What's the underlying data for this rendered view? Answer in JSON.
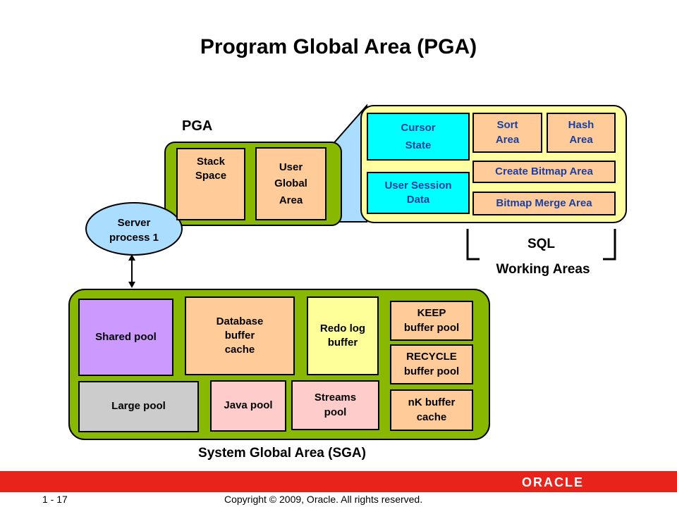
{
  "title": "Program Global Area (PGA)",
  "pga": {
    "label": "PGA",
    "stack_space": "Stack\nSpace",
    "user_global_area": "User\nGlobal\nArea"
  },
  "detail": {
    "cursor_state": "Cursor\nState",
    "sort_area": "Sort\nArea",
    "hash_area": "Hash\nArea",
    "create_bitmap_area": "Create Bitmap Area",
    "user_session_data": "User Session\nData",
    "bitmap_merge_area": "Bitmap Merge Area",
    "sql_label": "SQL",
    "working_areas_label": "Working Areas"
  },
  "server_process": "Server\nprocess 1",
  "sga": {
    "label": "System Global Area (SGA)",
    "shared_pool": "Shared pool",
    "database_buffer_cache": "Database\nbuffer\ncache",
    "redo_log_buffer": "Redo log\nbuffer",
    "keep_buffer_pool": "KEEP\nbuffer pool",
    "recycle_buffer_pool": "RECYCLE\nbuffer pool",
    "nk_buffer_cache": "nK buffer\ncache",
    "large_pool": "Large pool",
    "java_pool": "Java pool",
    "streams_pool": "Streams\npool"
  },
  "footer": {
    "page_number": "1 - 17",
    "copyright": "Copyright © 2009, Oracle. All rights reserved.",
    "logo": "ORACLE"
  },
  "colors": {
    "green": "#88b800",
    "peach": "#ffcc99",
    "cyan": "#00ffff",
    "light_yellow": "#ffff99",
    "yellow": "#ffffa0",
    "purple": "#cc99ff",
    "gray": "#cccccc",
    "pink": "#ffcccc",
    "light_blue": "#aaddff",
    "oracle_red": "#e8231b"
  }
}
